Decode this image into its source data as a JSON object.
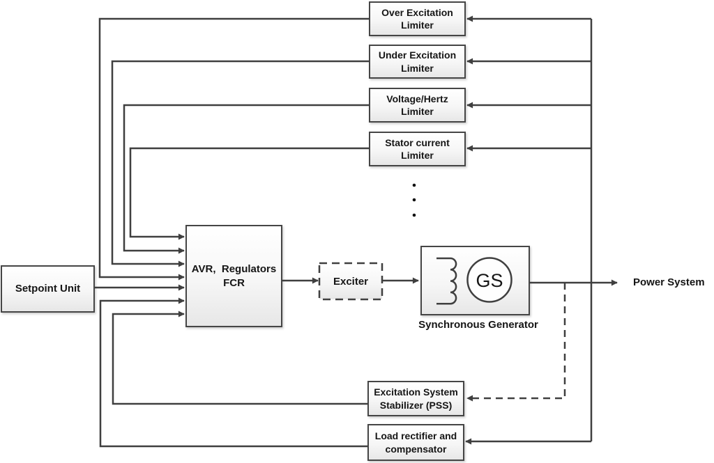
{
  "diagram": {
    "boxes": {
      "setpoint": {
        "line1": "Setpoint Unit"
      },
      "avr": {
        "line1": "AVR,  Regulators",
        "line2": "FCR"
      },
      "oel": {
        "line1": "Over Excitation",
        "line2": "Limiter"
      },
      "uel": {
        "line1": "Under Excitation",
        "line2": "Limiter"
      },
      "vhz": {
        "line1": "Voltage/Hertz",
        "line2": "Limiter"
      },
      "scl": {
        "line1": "Stator current",
        "line2": "Limiter"
      },
      "pss": {
        "line1": "Excitation System",
        "line2": "Stabilizer (PSS)"
      },
      "load": {
        "line1": "Load rectifier and",
        "line2": "compensator"
      },
      "exciter": {
        "line1": "Exciter"
      },
      "generator": {
        "symbol": "GS",
        "caption": "Synchronous Generator"
      }
    },
    "labels": {
      "power_system": "Power System"
    },
    "colors": {
      "line": "#3f3f3f",
      "box_border": "#454545",
      "box_fill_top": "#ffffff",
      "box_fill_bottom": "#e7e7e7",
      "text": "#151515"
    }
  }
}
